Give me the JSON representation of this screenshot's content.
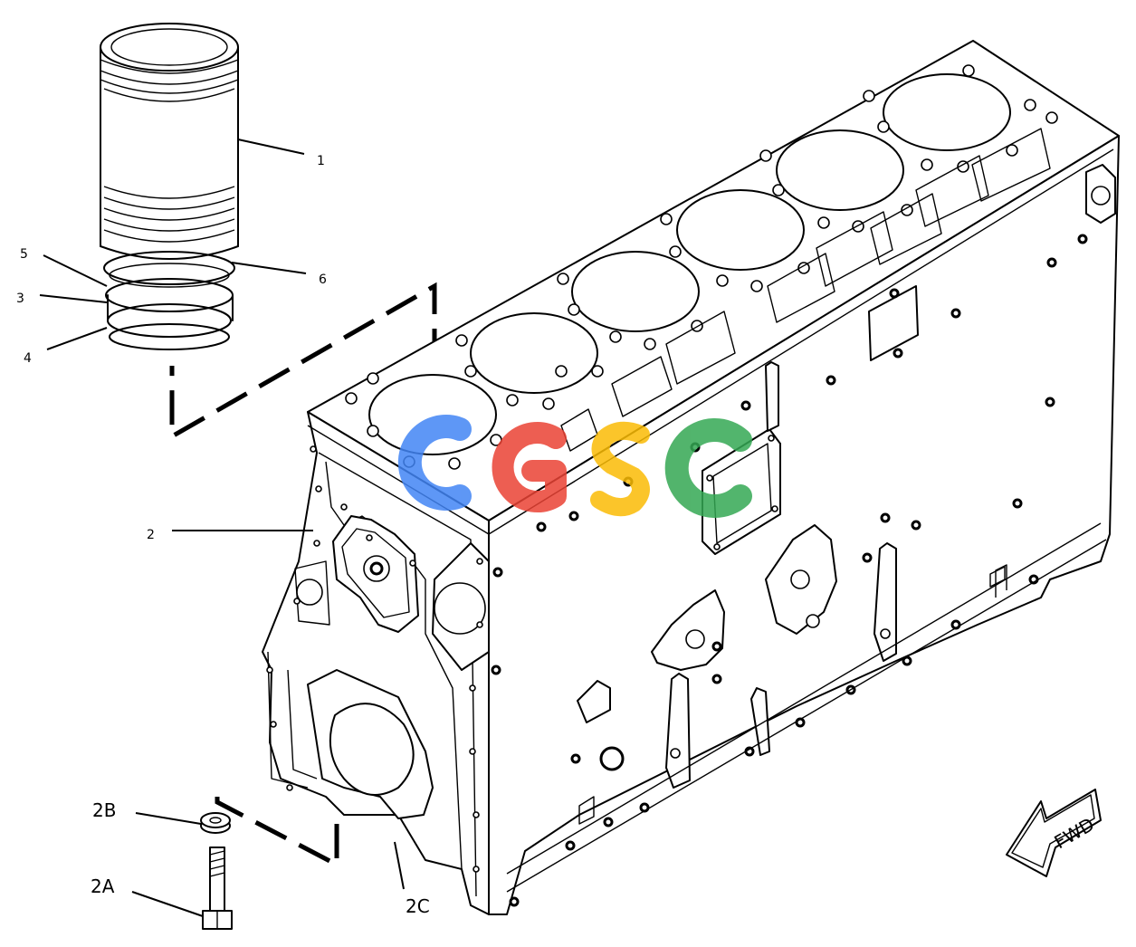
{
  "callouts": {
    "c1": "1",
    "c2": "2",
    "c2a": "2A",
    "c2b": "2B",
    "c2c": "2C",
    "c3": "3",
    "c4": "4",
    "c5": "5",
    "c6": "6"
  },
  "fwd_label": "FWD",
  "watermark": {
    "letters": [
      "C",
      "G",
      "S",
      "C"
    ],
    "colors": [
      "#4285f4",
      "#ea4335",
      "#fbbc05",
      "#34a853"
    ]
  }
}
